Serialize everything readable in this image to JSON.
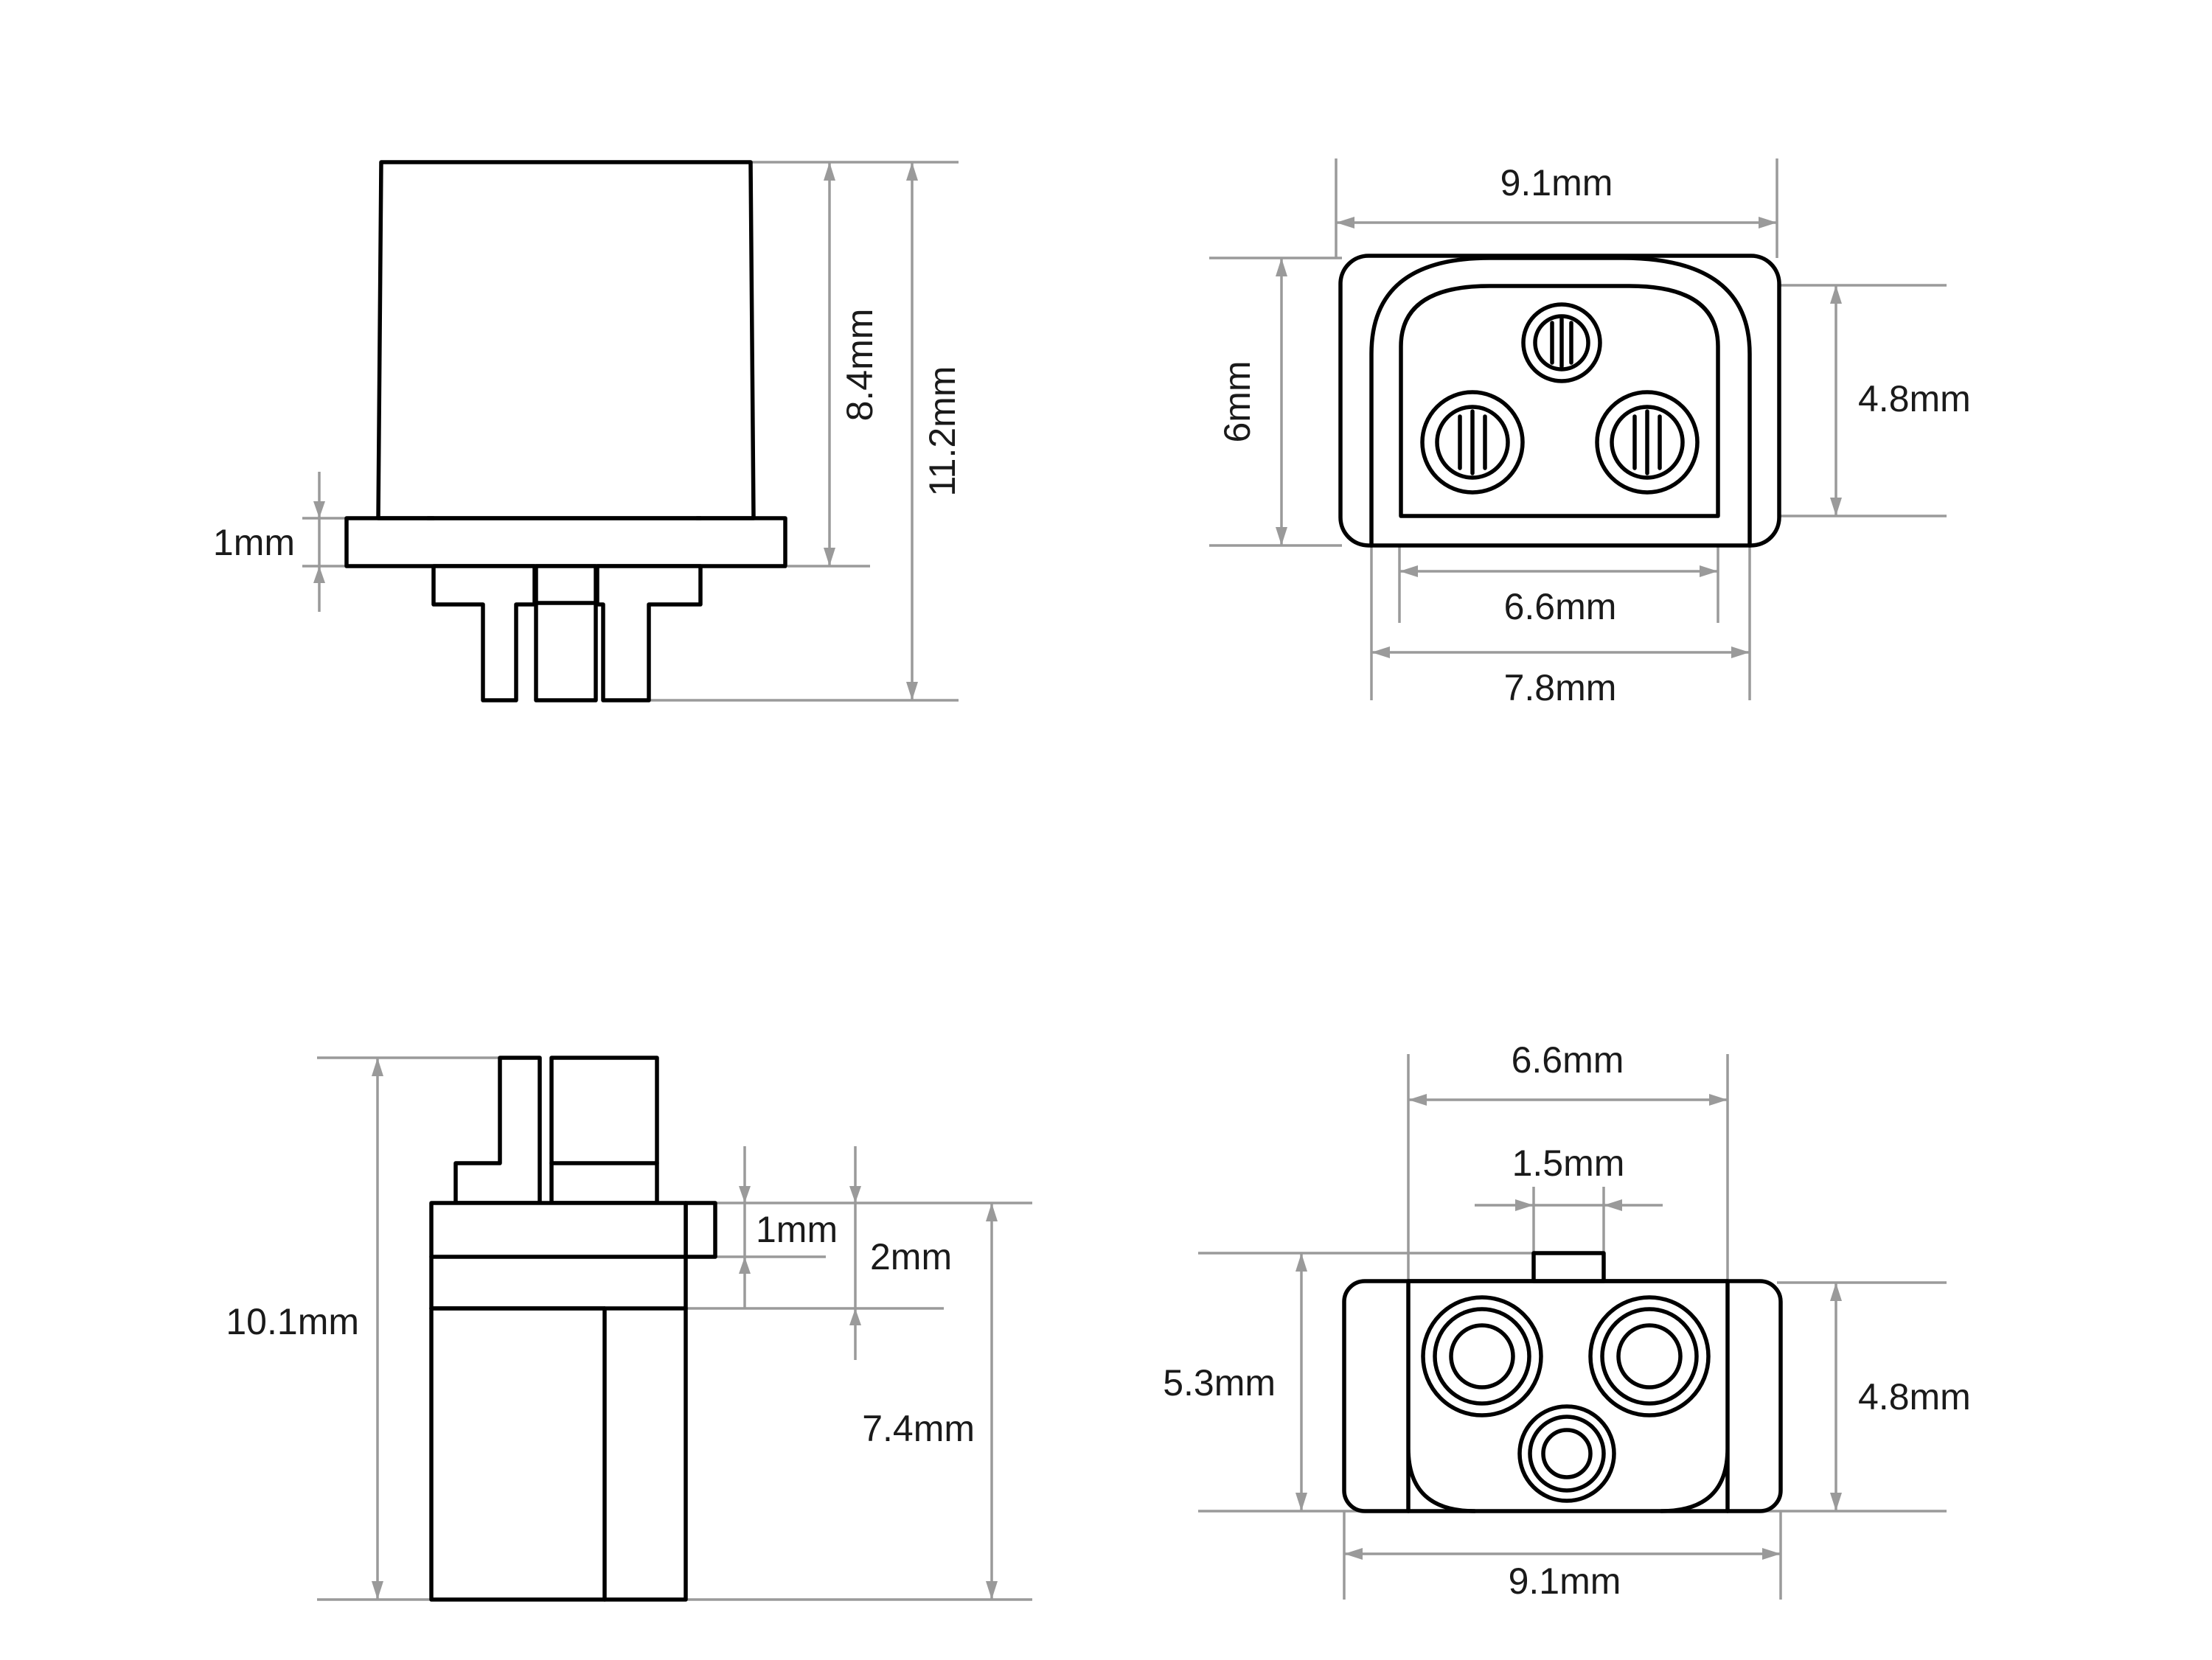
{
  "diagram": {
    "colors": {
      "outline": "#000000",
      "dimension": "#9a9a9a",
      "text": "#1a1a1a",
      "background": "#ffffff"
    },
    "views": {
      "side_top": {
        "dims": {
          "flange_thickness": "1mm",
          "body_height": "8.4mm",
          "total_height": "11.2mm"
        }
      },
      "front_face": {
        "dims": {
          "outer_width": "9.1mm",
          "outer_height": "6mm",
          "inner_height": "4.8mm",
          "inner_width": "6.6mm",
          "base_width": "7.8mm"
        }
      },
      "side_bottom": {
        "dims": {
          "total_height": "10.1mm",
          "tab_thickness": "1mm",
          "shoulder_height": "2mm",
          "body_height": "7.4mm"
        }
      },
      "rear_face": {
        "dims": {
          "inner_width": "6.6mm",
          "key_width": "1.5mm",
          "outer_height": "5.3mm",
          "inner_height": "4.8mm",
          "outer_width": "9.1mm"
        }
      }
    }
  }
}
